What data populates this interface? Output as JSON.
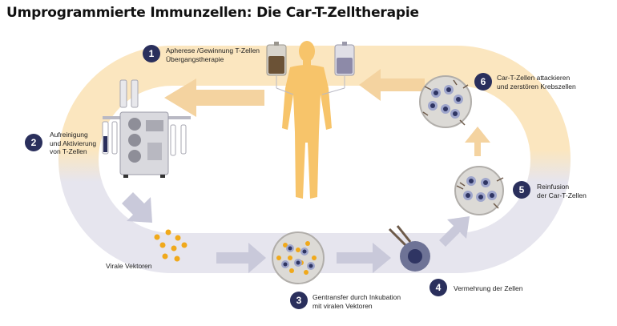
{
  "title": "Umprogrammierte Immunzellen: Die Car-T-Zelltherapie",
  "steps": [
    {
      "num": "1",
      "lines": [
        "Apherese /Gewinnung T-Zellen",
        "Übergangstherapie"
      ]
    },
    {
      "num": "2",
      "lines": [
        "Aufreinigung",
        "und Aktivierung",
        "von T-Zellen"
      ]
    },
    {
      "num": "3",
      "lines": [
        "Gentransfer durch Inkubation",
        "mit viralen Vektoren"
      ]
    },
    {
      "num": "4",
      "lines": [
        "Vermehrung der Zellen"
      ]
    },
    {
      "num": "5",
      "lines": [
        "Reinfusion",
        "der Car-T-Zellen"
      ]
    },
    {
      "num": "6",
      "lines": [
        "Car-T-Zellen attackieren",
        "und zerstören Krebszellen"
      ]
    }
  ],
  "label_viral": "Virale Vektoren",
  "colors": {
    "badge": "#2a2f5c",
    "band_top": "#fbe6bf",
    "band_bottom": "#e6e5ee",
    "arrow_orange": "#f4d3a0",
    "arrow_blue": "#c9c9da",
    "human": "#f7c46a",
    "petri": "#dcdad6",
    "cell_outer": "#9fa6cc",
    "cell_inner": "#2f3563",
    "vector": "#f0a91b"
  }
}
